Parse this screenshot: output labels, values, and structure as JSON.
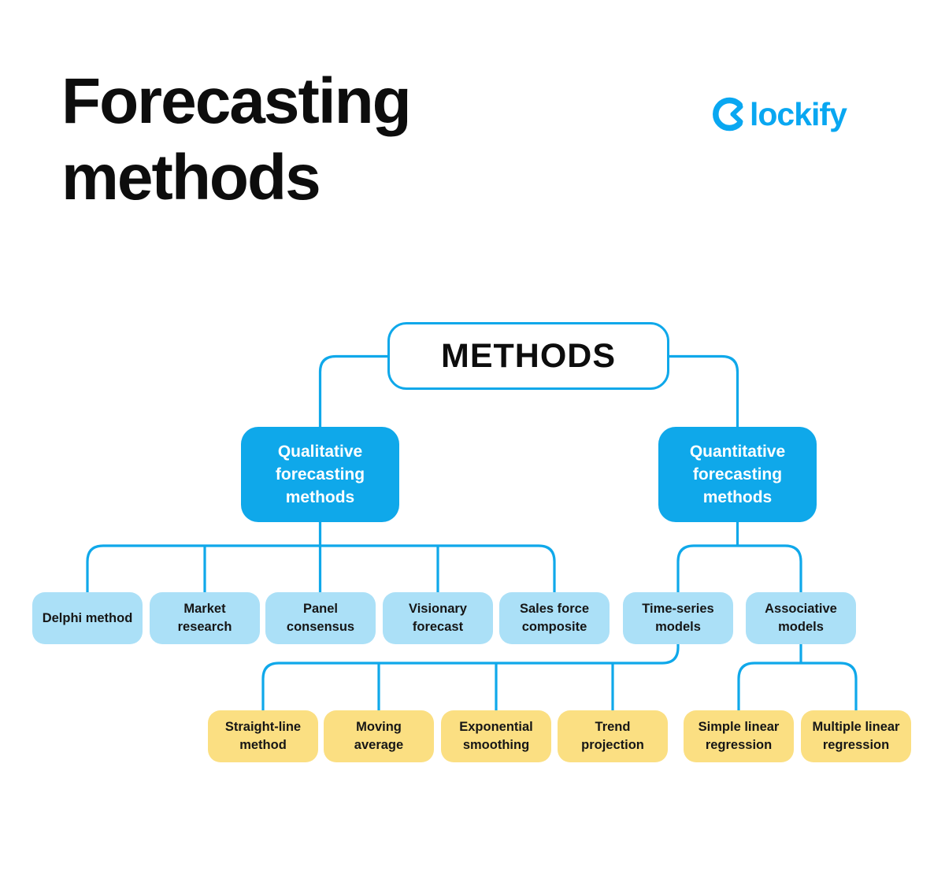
{
  "title": {
    "full": "Forecasting methods",
    "line1": "Forecasting",
    "line2": "methods"
  },
  "logo": {
    "brand": "Clockify",
    "wordmark_rest": "lockify",
    "clock_c_icon": "clock-c-icon"
  },
  "colors": {
    "accent_blue": "#0FA8EA",
    "light_blue": "#ABE0F7",
    "yellow": "#FBDF82",
    "logo_blue": "#09A7F1",
    "text_dark": "#161616",
    "background": "#FFFFFF"
  },
  "diagram": {
    "root": {
      "label": "METHODS"
    },
    "level1": [
      {
        "id": "qualitative",
        "label": "Qualitative forecasting methods"
      },
      {
        "id": "quantitative",
        "label": "Quantitative forecasting methods"
      }
    ],
    "level2": [
      {
        "id": "delphi",
        "parent": "qualitative",
        "label": "Delphi method"
      },
      {
        "id": "market",
        "parent": "qualitative",
        "label": "Market research"
      },
      {
        "id": "panel",
        "parent": "qualitative",
        "label": "Panel consensus"
      },
      {
        "id": "visionary",
        "parent": "qualitative",
        "label": "Visionary forecast"
      },
      {
        "id": "salesforce",
        "parent": "qualitative",
        "label": "Sales force composite"
      },
      {
        "id": "timeseries",
        "parent": "quantitative",
        "label": "Time-series models"
      },
      {
        "id": "associative",
        "parent": "quantitative",
        "label": "Associative models"
      }
    ],
    "level3": [
      {
        "id": "straightline",
        "parent": "timeseries",
        "label": "Straight-line method"
      },
      {
        "id": "moving",
        "parent": "timeseries",
        "label": "Moving average"
      },
      {
        "id": "exponential",
        "parent": "timeseries",
        "label": "Exponential smoothing"
      },
      {
        "id": "trend",
        "parent": "timeseries",
        "label": "Trend projection"
      },
      {
        "id": "simplelinear",
        "parent": "associative",
        "label": "Simple linear regression"
      },
      {
        "id": "multiplelinear",
        "parent": "associative",
        "label": "Multiple linear regression"
      }
    ]
  }
}
